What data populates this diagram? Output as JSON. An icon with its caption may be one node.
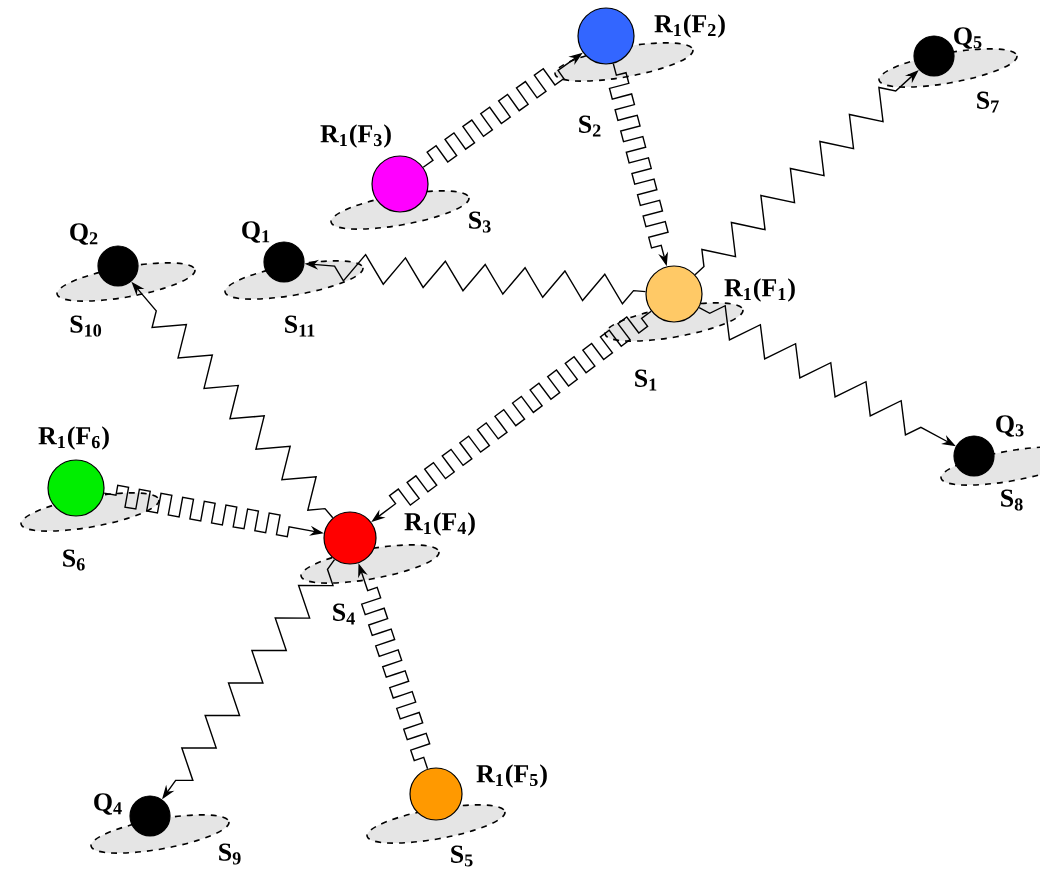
{
  "diagram": {
    "nodes": [
      {
        "text": [],
        "shape": "circle",
        "beside": [
          "R$_{1}$(F$_{1}$)",
          "S$_{1}$"
        ]
      },
      {
        "text": [],
        "shape": "circle",
        "beside": [
          "R$_{1}$(F$_{2}$)",
          "S$_{2}$"
        ]
      },
      {
        "text": [],
        "shape": "circle",
        "beside": [
          "R$_{1}$(F$_{3}$)",
          "S$_{3}$"
        ]
      },
      {
        "text": [],
        "shape": "circle",
        "beside": [
          "R$_{1}$(F$_{4}$)",
          "S$_{4}$"
        ]
      },
      {
        "text": [],
        "shape": "circle",
        "beside": [
          "R$_{1}$(F$_{5}$)",
          "S$_{5}$"
        ]
      },
      {
        "text": [],
        "shape": "circle",
        "beside": [
          "R$_{1}$(F$_{6}$)",
          "S$_{6}$"
        ]
      },
      {
        "text": [],
        "shape": "circle",
        "beside": [
          "Q$_{1}$",
          "S$_{11}$"
        ]
      },
      {
        "text": [],
        "shape": "circle",
        "beside": [
          "Q$_{2}$",
          "S$_{10}$"
        ]
      },
      {
        "text": [],
        "shape": "circle",
        "beside": [
          "Q$_{3}$",
          "S$_{8}$"
        ]
      },
      {
        "text": [],
        "shape": "circle",
        "beside": [
          "Q$_{4}$",
          "S$_{9}$"
        ]
      },
      {
        "text": [],
        "shape": "circle",
        "beside": [
          "Q$_{5}$",
          "S$_{7}$"
        ]
      }
    ],
    "edges": [
      {
        "from": 0,
        "to": 6,
        "arrow": "to"
      },
      {
        "from": 0,
        "to": 10,
        "arrow": "to"
      },
      {
        "from": 0,
        "to": 8,
        "arrow": "to"
      },
      {
        "from": 0,
        "to": 3,
        "arrow": "to"
      },
      {
        "from": 1,
        "to": 0,
        "arrow": "to"
      },
      {
        "from": 2,
        "to": 1,
        "arrow": "to"
      },
      {
        "from": 3,
        "to": 7,
        "arrow": "to"
      },
      {
        "from": 5,
        "to": 3,
        "arrow": "to"
      },
      {
        "from": 4,
        "to": 3,
        "arrow": "to"
      },
      {
        "from": 3,
        "to": 9,
        "arrow": "to"
      }
    ]
  }
}
